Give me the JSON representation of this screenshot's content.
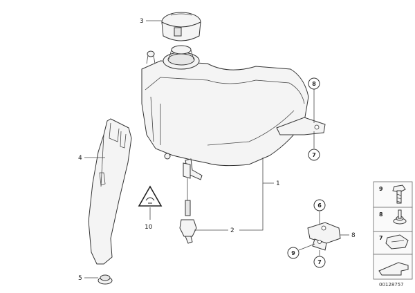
{
  "callouts": {
    "c1": "1",
    "c2": "2",
    "c3": "3",
    "c4": "4",
    "c5": "5",
    "c7a": "7",
    "c8a": "8",
    "c6": "6",
    "c8b": "8",
    "c9a": "9",
    "c7b": "7",
    "c10": "10",
    "inset_9": "9",
    "inset_8": "8",
    "inset_7": "7"
  },
  "reference_number": "00128757"
}
